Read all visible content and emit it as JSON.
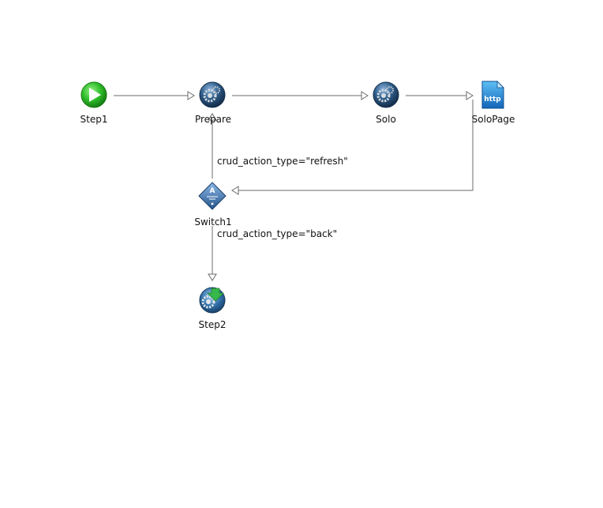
{
  "nodes": {
    "step1": {
      "label": "Step1",
      "icon": "play-icon"
    },
    "prepare": {
      "label": "Prepare",
      "icon": "gear-icon"
    },
    "solo": {
      "label": "Solo",
      "icon": "gear-icon"
    },
    "solopage": {
      "label": "SoloPage",
      "icon": "http-page-icon",
      "icon_text": "http"
    },
    "switch1": {
      "label": "Switch1",
      "icon": "switch-icon",
      "icon_text": "A"
    },
    "step2": {
      "label": "Step2",
      "icon": "gear-end-icon"
    }
  },
  "edges": {
    "switch_to_prepare": {
      "label": "crud_action_type=\"refresh\""
    },
    "switch_to_step2": {
      "label": "crud_action_type=\"back\""
    }
  },
  "colors": {
    "play_green": "#2fbf2a",
    "gear_blue": "#2f5d8a",
    "http_blue": "#1f8fd8",
    "switch_blue": "#3a6ea8",
    "end_green": "#36b84a",
    "edge_gray": "#6b6b6b"
  }
}
